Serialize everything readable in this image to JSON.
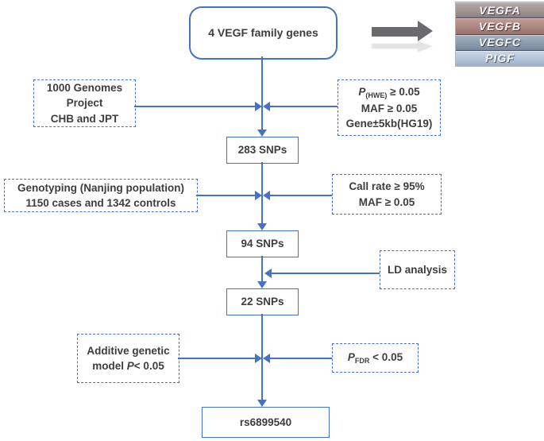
{
  "colors": {
    "accent_blue": "#4472c4",
    "arrow_gray": "#6b6b6e",
    "text": "#3d3d3d"
  },
  "top_box": {
    "label": "4 VEGF family genes"
  },
  "gene_stack": [
    {
      "label": "VEGFA",
      "color_top": "#b6a9aa",
      "color_mid": "#a29395",
      "color_bottom": "#8d7f81"
    },
    {
      "label": "VEGFB",
      "color_top": "#c49a94",
      "color_mid": "#ad867f",
      "color_bottom": "#97726d"
    },
    {
      "label": "VEGFC",
      "color_top": "#a3b1c1",
      "color_mid": "#8d9cad",
      "color_bottom": "#788799"
    },
    {
      "label": "PIGF",
      "color_top": "#ccd8e8",
      "color_mid": "#b4c3d8",
      "color_bottom": "#9fb0c7"
    }
  ],
  "filters": {
    "genomes": {
      "line1": "1000 Genomes",
      "line2": "Project",
      "line3": "CHB and JPT"
    },
    "hwe": {
      "p": "P",
      "p_sub": "(HWE)",
      "p_rest": " ≥ 0.05",
      "line2": "MAF ≥ 0.05",
      "line3": "Gene±5kb(HG19)"
    },
    "genotyping": {
      "line1": "Genotyping (Nanjing population)",
      "line2": "1150 cases and 1342 controls"
    },
    "callrate": {
      "line1": "Call rate ≥ 95%",
      "line2": "MAF ≥ 0.05"
    },
    "ld": {
      "label": "LD analysis"
    },
    "additive": {
      "line1": "Additive genetic",
      "line2_pre": "model ",
      "p": "P",
      "p_rest": "< 0.05"
    },
    "fdr": {
      "p": "P",
      "p_sub": "FDR",
      "p_rest": " < 0.05"
    }
  },
  "nodes": {
    "snps283": "283 SNPs",
    "snps94": "94 SNPs",
    "snps22": "22 SNPs",
    "result": "rs6899540"
  }
}
